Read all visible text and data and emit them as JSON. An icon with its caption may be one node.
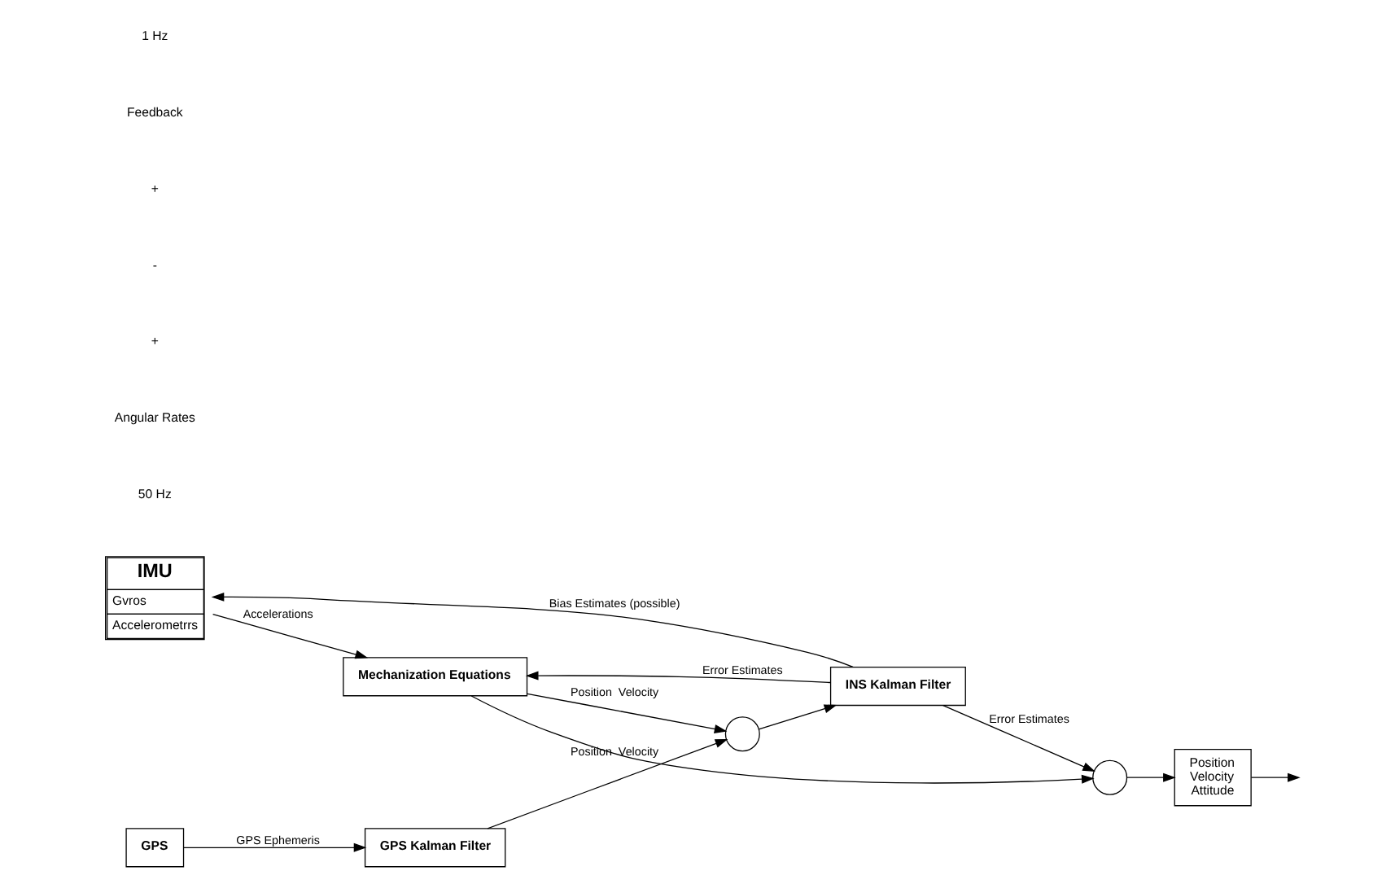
{
  "diagram": {
    "nodes": [
      {
        "text": [
          "IMU",
          "Gvros",
          "Accelerometrrs"
        ]
      },
      {
        "text": [
          "Mechanization Equations"
        ]
      },
      {
        "text": [],
        "shape": "circle"
      },
      {
        "text": [
          "Position",
          "Velocity",
          "Attitude"
        ]
      },
      {
        "text": [],
        "shape": "circle"
      },
      {
        "text": [
          "INS Kalman Filter"
        ]
      },
      {
        "text": [
          "GPS"
        ]
      },
      {
        "text": [
          "GPS Kalman Filter"
        ]
      }
    ],
    "edges": [
      {
        "from": 5,
        "to": 0,
        "arrow": "to",
        "label": "Bias Estimates (possible)"
      },
      {
        "from": 5,
        "to": 1,
        "arrow": "to",
        "label": "Error Estimates"
      },
      {
        "from": 0,
        "to": 1,
        "arrow": "to",
        "label": "Accelerations"
      },
      {
        "from": 1,
        "to": 2,
        "arrow": "to"
      },
      {
        "from": 2,
        "to": 3,
        "arrow": "to"
      },
      {
        "from": 3,
        "to": null,
        "arrow": "to"
      },
      {
        "from": 1,
        "to": 4,
        "arrow": "to",
        "label": "Position  Velocity"
      },
      {
        "from": 4,
        "to": 5,
        "arrow": "to"
      },
      {
        "from": 5,
        "to": 2,
        "arrow": "to",
        "label": "Error Estimates"
      },
      {
        "from": 7,
        "to": 4,
        "arrow": "to",
        "label": "Position  Velocity"
      },
      {
        "from": 6,
        "to": 7,
        "arrow": "to",
        "label": "GPS Ephemeris"
      }
    ],
    "labels": [
      "50 Hz",
      "Angular Rates",
      "+",
      "-",
      "+",
      "Feedback",
      "1 Hz"
    ]
  }
}
